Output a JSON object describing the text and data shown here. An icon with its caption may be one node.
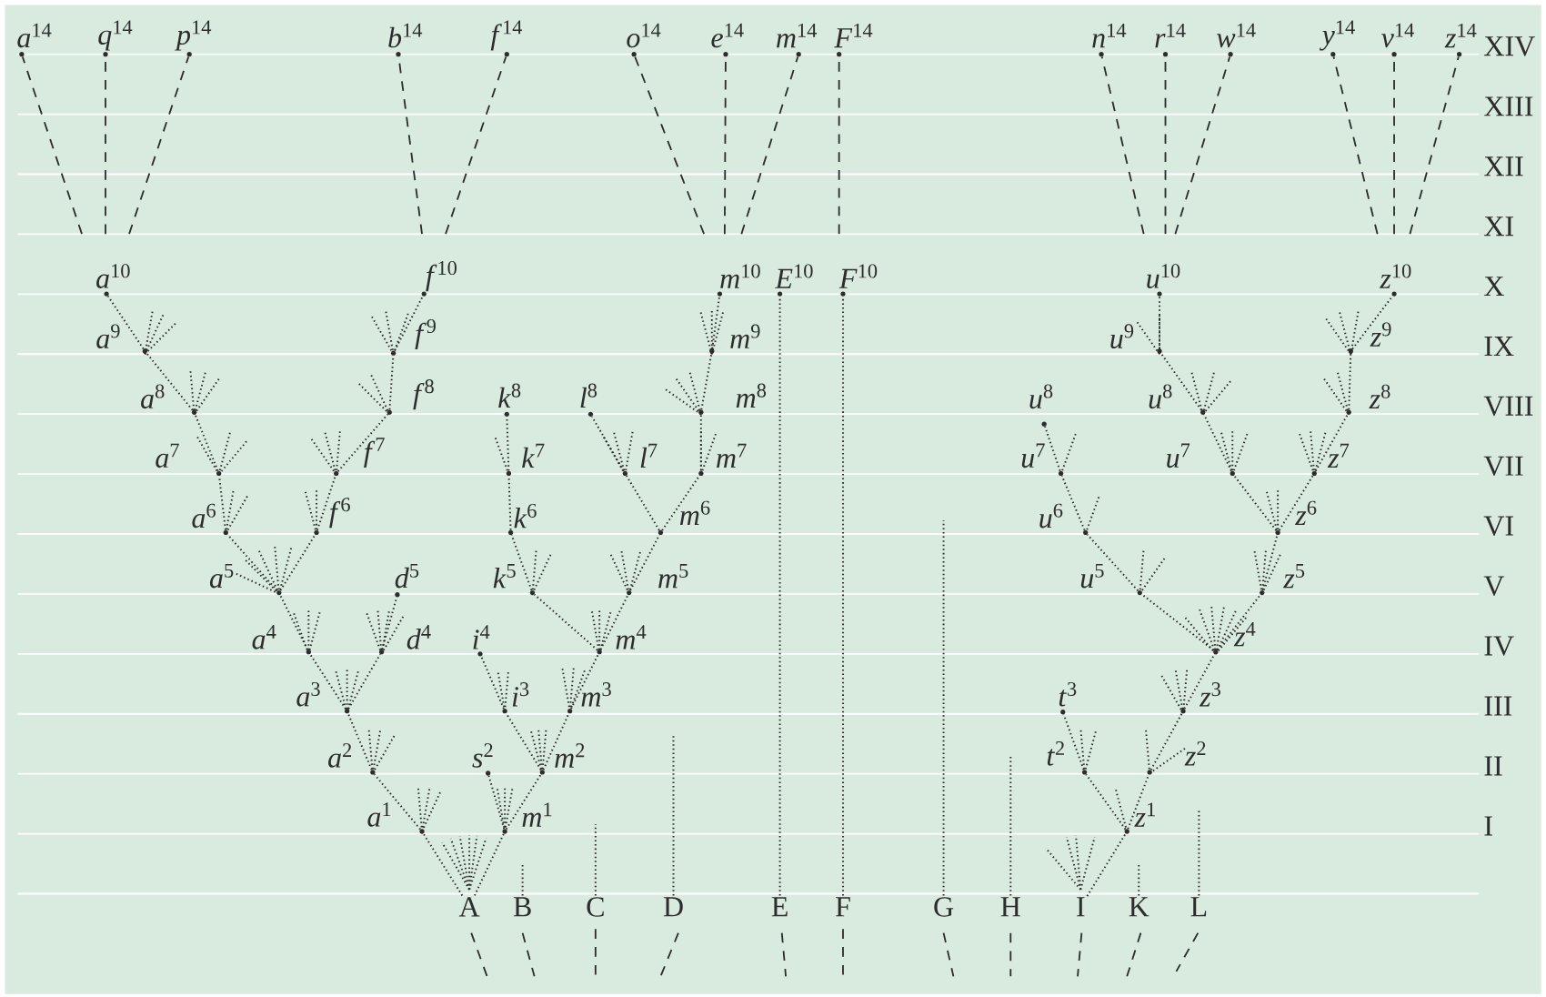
{
  "diagram": {
    "nodes": [
      {
        "text": [
          "*a*$^{14}$"
        ]
      },
      {
        "text": [
          "*q*$^{14}$"
        ]
      },
      {
        "text": [
          "*p*$^{14}$"
        ]
      },
      {
        "text": [
          "*b*$^{14}$"
        ]
      },
      {
        "text": [
          "*f*$^{14}$"
        ]
      },
      {
        "text": [
          "*o*$^{14}$"
        ]
      },
      {
        "text": [
          "*e*$^{14}$"
        ]
      },
      {
        "text": [
          "*m*$^{14}$"
        ]
      },
      {
        "text": [
          "*F*$^{14}$"
        ]
      },
      {
        "text": [
          "*n*$^{14}$"
        ]
      },
      {
        "text": [
          "*r*$^{14}$"
        ]
      },
      {
        "text": [
          "*w*$^{14}$"
        ]
      },
      {
        "text": [
          "*y*$^{14}$"
        ]
      },
      {
        "text": [
          "*v*$^{14}$"
        ]
      },
      {
        "text": [
          "*z*$^{14}$"
        ]
      },
      {
        "text": [
          "*a*$^{10}$"
        ]
      },
      {
        "text": [
          "*f*$^{10}$"
        ]
      },
      {
        "text": [
          "*m*$^{10}$"
        ]
      },
      {
        "text": [
          "*E*$^{10}$"
        ]
      },
      {
        "text": [
          "*F*$^{10}$"
        ]
      },
      {
        "text": [
          "*u*$^{10}$"
        ]
      },
      {
        "text": [
          "*z*$^{10}$"
        ]
      },
      {
        "text": [
          "*a*$^{9}$"
        ]
      },
      {
        "text": [
          "*f*$^{9}$"
        ]
      },
      {
        "text": [
          "*m*$^{9}$"
        ]
      },
      {
        "text": [
          "*u*$^{9}$"
        ]
      },
      {
        "text": [
          "*z*$^{9}$"
        ]
      },
      {
        "text": [
          "*a*$^{8}$"
        ]
      },
      {
        "text": [
          "*f*$^{8}$"
        ]
      },
      {
        "text": [
          "*k*$^{8}$"
        ]
      },
      {
        "text": [
          "*l*$^{8}$"
        ]
      },
      {
        "text": [
          "*m*$^{8}$"
        ]
      },
      {
        "text": [
          "*u*$^{8}$"
        ]
      },
      {
        "text": [
          "*u*$^{8}$"
        ]
      },
      {
        "text": [
          "*z*$^{8}$"
        ]
      },
      {
        "text": [
          "*a*$^{7}$"
        ]
      },
      {
        "text": [
          "*f*$^{7}$"
        ]
      },
      {
        "text": [
          "*k*$^{7}$"
        ]
      },
      {
        "text": [
          "*l*$^{7}$"
        ]
      },
      {
        "text": [
          "*m*$^{7}$"
        ]
      },
      {
        "text": [
          "*u*$^{7}$"
        ]
      },
      {
        "text": [
          "*u*$^{7}$"
        ]
      },
      {
        "text": [
          "*z*$^{7}$"
        ]
      },
      {
        "text": [
          "*a*$^{6}$"
        ]
      },
      {
        "text": [
          "*f*$^{6}$"
        ]
      },
      {
        "text": [
          "*k*$^{6}$"
        ]
      },
      {
        "text": [
          "*m*$^{6}$"
        ]
      },
      {
        "text": [
          "*u*$^{6}$"
        ]
      },
      {
        "text": [
          "*z*$^{6}$"
        ]
      },
      {
        "text": [
          "*a*$^{5}$"
        ]
      },
      {
        "text": [
          "*d*$^{5}$"
        ]
      },
      {
        "text": [
          "*k*$^{5}$"
        ]
      },
      {
        "text": [
          "*m*$^{5}$"
        ]
      },
      {
        "text": [
          "*u*$^{5}$"
        ]
      },
      {
        "text": [
          "*z*$^{5}$"
        ]
      },
      {
        "text": [
          "*a*$^{4}$"
        ]
      },
      {
        "text": [
          "*d*$^{4}$"
        ]
      },
      {
        "text": [
          "*i*$^{4}$"
        ]
      },
      {
        "text": [
          "*m*$^{4}$"
        ]
      },
      {
        "text": [
          "*z*$^{4}$"
        ]
      },
      {
        "text": [
          "*a*$^{3}$"
        ]
      },
      {
        "text": [
          "*i*$^{3}$"
        ]
      },
      {
        "text": [
          "*m*$^{3}$"
        ]
      },
      {
        "text": [
          "*t*$^{3}$"
        ]
      },
      {
        "text": [
          "*z*$^{3}$"
        ]
      },
      {
        "text": [
          "*a*$^{2}$"
        ]
      },
      {
        "text": [
          "*s*$^{2}$"
        ]
      },
      {
        "text": [
          "*m*$^{2}$"
        ]
      },
      {
        "text": [
          "*t*$^{2}$"
        ]
      },
      {
        "text": [
          "*z*$^{2}$"
        ]
      },
      {
        "text": [
          "*a*$^{1}$"
        ]
      },
      {
        "text": [
          "*m*$^{1}$"
        ]
      },
      {
        "text": [
          "*z*$^{1}$"
        ]
      },
      {
        "text": [
          "A"
        ]
      },
      {
        "text": [
          "B"
        ]
      },
      {
        "text": [
          "C"
        ]
      },
      {
        "text": [
          "D"
        ]
      },
      {
        "text": [
          "E"
        ]
      },
      {
        "text": [
          "F"
        ]
      },
      {
        "text": [
          "G"
        ]
      },
      {
        "text": [
          "H"
        ]
      },
      {
        "text": [
          "I"
        ]
      },
      {
        "text": [
          "K"
        ]
      },
      {
        "text": [
          "L"
        ]
      }
    ],
    "edges": [
      {
        "from": 15,
        "to": 0,
        "arrow": "none",
        "style": "dashed"
      },
      {
        "from": 15,
        "to": 1,
        "arrow": "none",
        "style": "dashed"
      },
      {
        "from": 15,
        "to": 2,
        "arrow": "none",
        "style": "dashed"
      },
      {
        "from": 16,
        "to": 3,
        "arrow": "none",
        "style": "dashed"
      },
      {
        "from": 16,
        "to": 4,
        "arrow": "none",
        "style": "dashed"
      },
      {
        "from": 17,
        "to": 5,
        "arrow": "none",
        "style": "dashed"
      },
      {
        "from": 17,
        "to": 6,
        "arrow": "none",
        "style": "dashed"
      },
      {
        "from": 17,
        "to": 7,
        "arrow": "none",
        "style": "dashed"
      },
      {
        "from": 19,
        "to": 8,
        "arrow": "none",
        "style": "dashed"
      },
      {
        "from": 20,
        "to": 9,
        "arrow": "none",
        "style": "dashed"
      },
      {
        "from": 20,
        "to": 10,
        "arrow": "none",
        "style": "dashed"
      },
      {
        "from": 20,
        "to": 11,
        "arrow": "none",
        "style": "dashed"
      },
      {
        "from": 21,
        "to": 12,
        "arrow": "none",
        "style": "dashed"
      },
      {
        "from": 21,
        "to": 13,
        "arrow": "none",
        "style": "dashed"
      },
      {
        "from": 21,
        "to": 14,
        "arrow": "none",
        "style": "dashed"
      },
      {
        "from": 73,
        "to": 70,
        "arrow": "none"
      },
      {
        "from": 73,
        "to": 71,
        "arrow": "none"
      },
      {
        "from": 70,
        "to": 65,
        "arrow": "none"
      },
      {
        "from": 71,
        "to": 66,
        "arrow": "none"
      },
      {
        "from": 71,
        "to": 67,
        "arrow": "none"
      },
      {
        "from": 65,
        "to": 60,
        "arrow": "none"
      },
      {
        "from": 67,
        "to": 61,
        "arrow": "none"
      },
      {
        "from": 67,
        "to": 62,
        "arrow": "none"
      },
      {
        "from": 61,
        "to": 57,
        "arrow": "none"
      },
      {
        "from": 60,
        "to": 55,
        "arrow": "none"
      },
      {
        "from": 60,
        "to": 56,
        "arrow": "none"
      },
      {
        "from": 62,
        "to": 58,
        "arrow": "none"
      },
      {
        "from": 56,
        "to": 50,
        "arrow": "none"
      },
      {
        "from": 55,
        "to": 49,
        "arrow": "none"
      },
      {
        "from": 58,
        "to": 51,
        "arrow": "none"
      },
      {
        "from": 58,
        "to": 52,
        "arrow": "none"
      },
      {
        "from": 49,
        "to": 43,
        "arrow": "none"
      },
      {
        "from": 49,
        "to": 44,
        "arrow": "none"
      },
      {
        "from": 51,
        "to": 45,
        "arrow": "none"
      },
      {
        "from": 52,
        "to": 46,
        "arrow": "none"
      },
      {
        "from": 43,
        "to": 35,
        "arrow": "none"
      },
      {
        "from": 44,
        "to": 36,
        "arrow": "none"
      },
      {
        "from": 45,
        "to": 37,
        "arrow": "none"
      },
      {
        "from": 46,
        "to": 38,
        "arrow": "none"
      },
      {
        "from": 46,
        "to": 39,
        "arrow": "none"
      },
      {
        "from": 35,
        "to": 27,
        "arrow": "none"
      },
      {
        "from": 36,
        "to": 28,
        "arrow": "none"
      },
      {
        "from": 37,
        "to": 29,
        "arrow": "none"
      },
      {
        "from": 38,
        "to": 30,
        "arrow": "none"
      },
      {
        "from": 39,
        "to": 31,
        "arrow": "none"
      },
      {
        "from": 27,
        "to": 22,
        "arrow": "none"
      },
      {
        "from": 28,
        "to": 23,
        "arrow": "none"
      },
      {
        "from": 31,
        "to": 24,
        "arrow": "none"
      },
      {
        "from": 22,
        "to": 15,
        "arrow": "none"
      },
      {
        "from": 23,
        "to": 16,
        "arrow": "none"
      },
      {
        "from": 24,
        "to": 17,
        "arrow": "none"
      },
      {
        "from": 77,
        "to": 18,
        "arrow": "none"
      },
      {
        "from": 78,
        "to": 19,
        "arrow": "none"
      },
      {
        "from": 81,
        "to": 72,
        "arrow": "none"
      },
      {
        "from": 72,
        "to": 68,
        "arrow": "none"
      },
      {
        "from": 72,
        "to": 69,
        "arrow": "none"
      },
      {
        "from": 68,
        "to": 63,
        "arrow": "none"
      },
      {
        "from": 69,
        "to": 64,
        "arrow": "none"
      },
      {
        "from": 64,
        "to": 59,
        "arrow": "none"
      },
      {
        "from": 59,
        "to": 53,
        "arrow": "none"
      },
      {
        "from": 59,
        "to": 54,
        "arrow": "none"
      },
      {
        "from": 53,
        "to": 47,
        "arrow": "none"
      },
      {
        "from": 54,
        "to": 48,
        "arrow": "none"
      },
      {
        "from": 47,
        "to": 40,
        "arrow": "none"
      },
      {
        "from": 40,
        "to": 32,
        "arrow": "none"
      },
      {
        "from": 48,
        "to": 41,
        "arrow": "none"
      },
      {
        "from": 48,
        "to": 42,
        "arrow": "none"
      },
      {
        "from": 41,
        "to": 33,
        "arrow": "none"
      },
      {
        "from": 42,
        "to": 34,
        "arrow": "none"
      },
      {
        "from": 33,
        "to": 25,
        "arrow": "none"
      },
      {
        "from": 34,
        "to": 26,
        "arrow": "none"
      },
      {
        "from": 25,
        "to": 20,
        "arrow": "none"
      },
      {
        "from": 26,
        "to": 21,
        "arrow": "none"
      },
      {
        "from": 74,
        "to": null,
        "arrow": "none"
      },
      {
        "from": 75,
        "to": null,
        "arrow": "none"
      },
      {
        "from": 76,
        "to": null,
        "arrow": "none"
      },
      {
        "from": 79,
        "to": null,
        "arrow": "none"
      },
      {
        "from": 80,
        "to": null,
        "arrow": "none"
      },
      {
        "from": 82,
        "to": null,
        "arrow": "none"
      },
      {
        "from": 83,
        "to": null,
        "arrow": "none"
      }
    ],
    "labels": [
      "XIV",
      "XIII",
      "XII",
      "XI",
      "X",
      "IX",
      "VIII",
      "VII",
      "VI",
      "V",
      "IV",
      "III",
      "II",
      "I"
    ]
  }
}
